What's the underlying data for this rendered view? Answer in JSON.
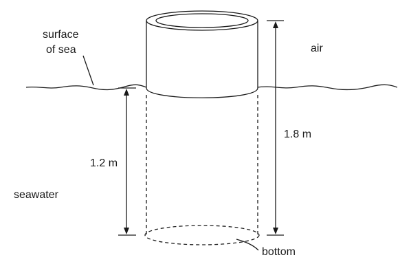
{
  "labels": {
    "surface_line1": "surface",
    "surface_line2": "of sea",
    "air": "air",
    "height_total": "1.8 m",
    "depth_submerged": "1.2 m",
    "seawater": "seawater",
    "bottom": "bottom"
  },
  "colors": {
    "ink": "#1a1a1a",
    "background": "#ffffff"
  }
}
